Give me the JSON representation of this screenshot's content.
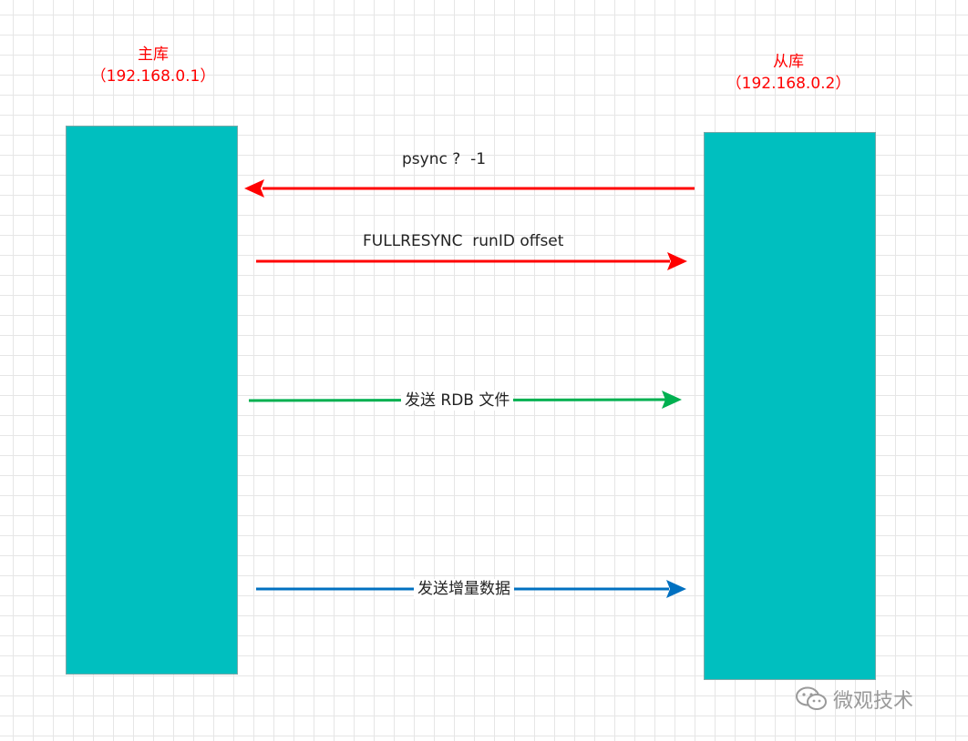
{
  "nodes": {
    "master": {
      "name": "主库",
      "address": "（192.168.0.1）"
    },
    "slave": {
      "name": "从库",
      "address": "（192.168.0.2）"
    }
  },
  "messages": {
    "psync": "psync ?  -1",
    "fullresync": "FULLRESYNC  runID offset",
    "send_rdb": "发送 RDB 文件",
    "send_incremental": "发送增量数据"
  },
  "colors": {
    "node_fill": "#00bfbf",
    "label": "#ff0000",
    "arrow_red": "#ff0000",
    "arrow_green": "#00b050",
    "arrow_blue": "#0070c0"
  },
  "watermark": {
    "text": "微观技术",
    "icon": "wechat-icon"
  }
}
